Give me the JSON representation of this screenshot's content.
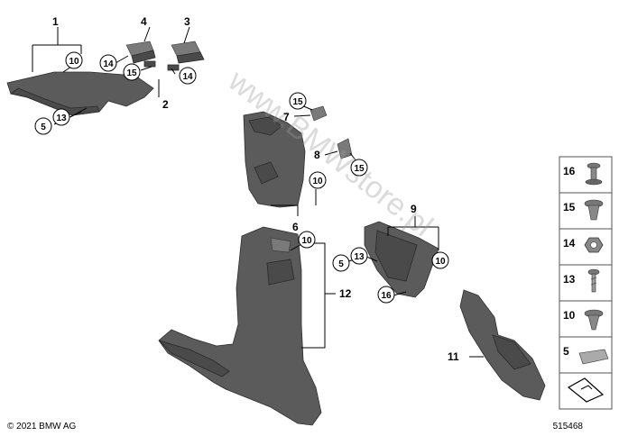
{
  "callouts": {
    "c1": "1",
    "c2": "2",
    "c3": "3",
    "c4": "4",
    "c5a": "5",
    "c5b": "5",
    "c6": "6",
    "c7": "7",
    "c8": "8",
    "c9": "9",
    "c10a": "10",
    "c10b": "10",
    "c10c": "10",
    "c10d": "10",
    "c11": "11",
    "c12": "12",
    "c13a": "13",
    "c13b": "13",
    "c14a": "14",
    "c14b": "14",
    "c15a": "15",
    "c15b": "15",
    "c15c": "15",
    "c16": "16"
  },
  "legend": {
    "items": [
      "16",
      "15",
      "14",
      "13",
      "10",
      "5"
    ]
  },
  "footer": {
    "copyright": "© 2021 BMW AG",
    "diagram_id": "515468"
  },
  "watermark": "www.BMWstore.pl",
  "colors": {
    "part": "#5b5b5b",
    "outline": "#2e2e2e",
    "background": "#ffffff"
  }
}
